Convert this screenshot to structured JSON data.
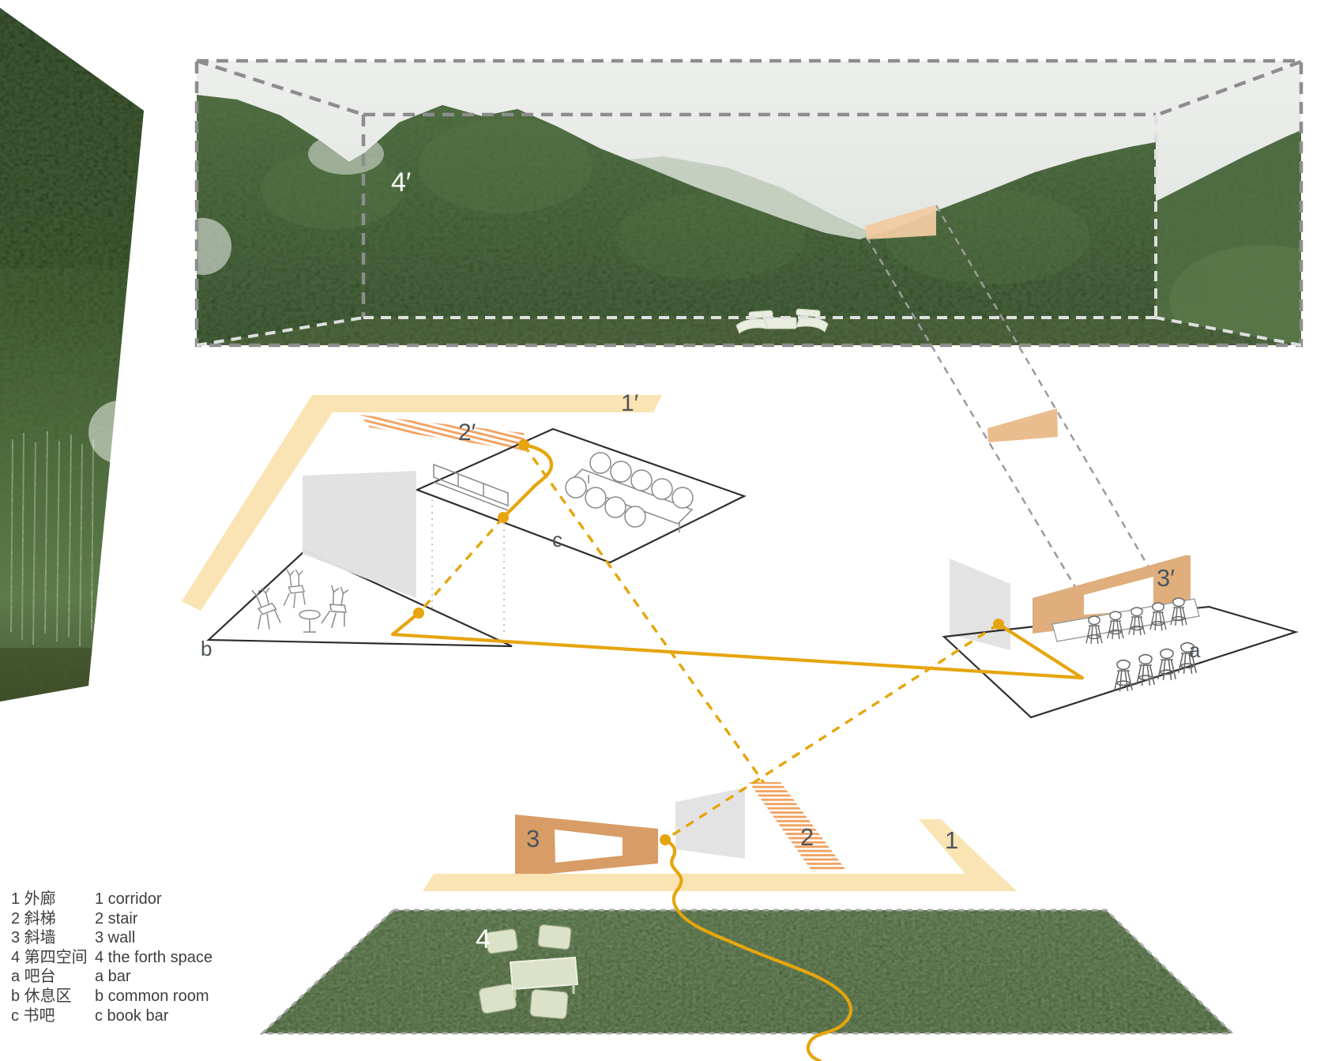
{
  "legend": {
    "items": [
      {
        "zh": "1 外廊",
        "en": "1 corridor"
      },
      {
        "zh": "2 斜梯",
        "en": "2 stair"
      },
      {
        "zh": "3 斜墙",
        "en": "3 wall"
      },
      {
        "zh": "4 第四空间",
        "en": "4 the forth space"
      },
      {
        "zh": "a 吧台",
        "en": "a bar"
      },
      {
        "zh": "b 休息区",
        "en": "b common room"
      },
      {
        "zh": "c 书吧",
        "en": "c book bar"
      }
    ]
  },
  "labels": {
    "space_photo": "4′",
    "corridor_upper": "1′",
    "stair_upper": "2′",
    "wall_upper": "3′",
    "bar_platform": "a",
    "common_room_platform": "b",
    "book_bar_platform": "c",
    "wall_lower": "3",
    "stair_lower": "2",
    "corridor_lower": "1",
    "lawn": "4"
  },
  "colors": {
    "path_yellow": "#E6A50C",
    "corridor_cream": "#FAE4B3",
    "stair_hatch_orange": "#F1A262",
    "wall_tan_upper": "#DFAE7C",
    "wall_tan_lower": "#D89C66",
    "panel_gray": "#E2E2E2",
    "dash_gray": "#8D8D8D"
  }
}
